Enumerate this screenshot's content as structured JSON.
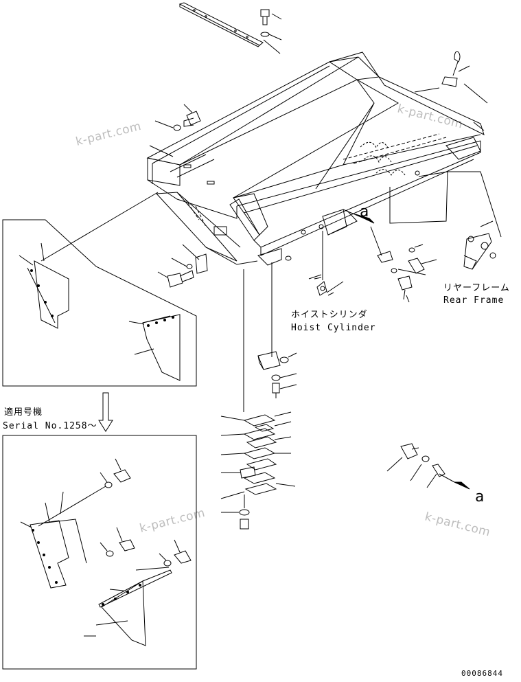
{
  "labels": {
    "rear_frame_jp": "リヤーフレーム",
    "rear_frame_en": "Rear Frame",
    "hoist_cylinder_jp": "ホイストシリンダ",
    "hoist_cylinder_en": "Hoist Cylinder",
    "serial_jp": "適用号機",
    "serial_en": "Serial No.1258～",
    "callout_a": "a",
    "drawing_number": "00086844"
  },
  "watermarks": [
    "k-part.com",
    "k-part.com",
    "k-part.com",
    "k-part.com"
  ]
}
